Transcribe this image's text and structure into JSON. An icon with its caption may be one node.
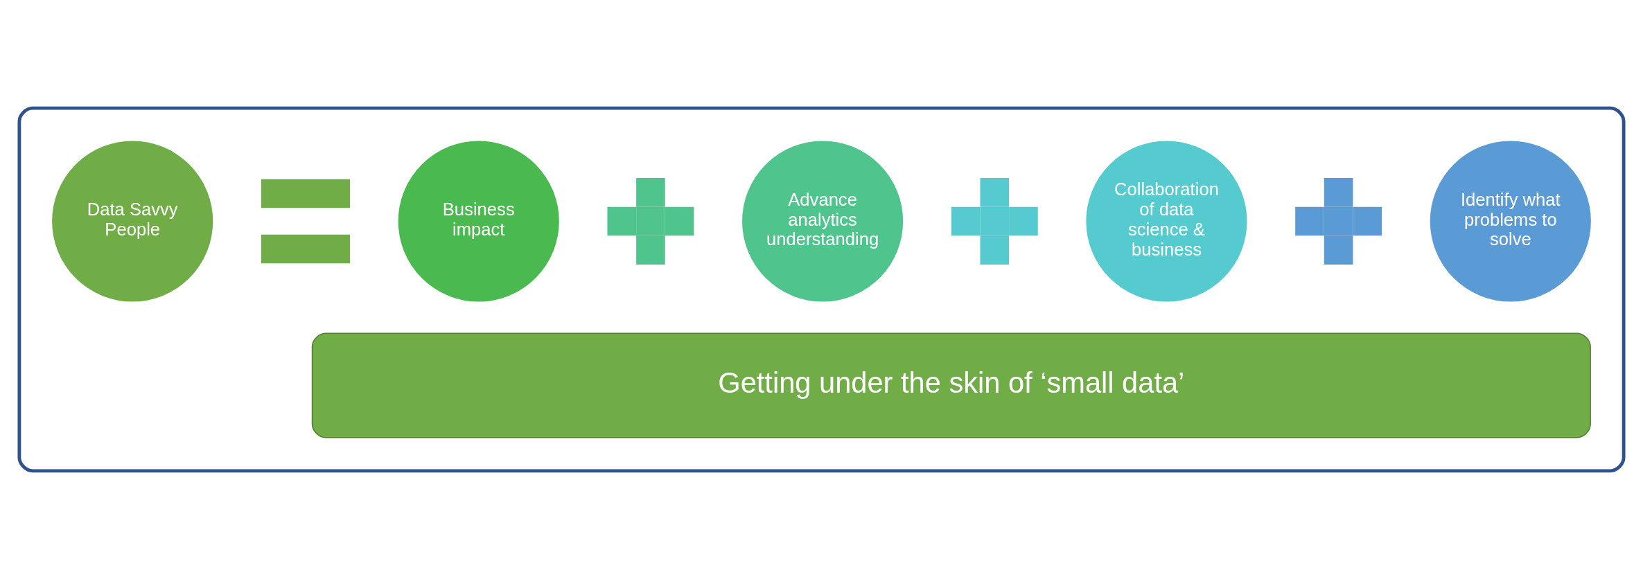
{
  "diagram": {
    "nodes": [
      {
        "text": [],
        "shape": "box"
      },
      {
        "text": [
          "Identify what problems to solve"
        ],
        "in": 0
      },
      {
        "text": [],
        "shape": "plus",
        "in": 0
      },
      {
        "text": [
          "Collaboration of data science & business"
        ],
        "in": 0
      },
      {
        "text": [],
        "shape": "plus",
        "in": 0
      },
      {
        "text": [
          "Advance analytics understanding"
        ],
        "in": 0
      },
      {
        "text": [],
        "shape": "plus",
        "in": 0
      },
      {
        "text": [
          "Business impact"
        ],
        "in": 0
      },
      {
        "text": [],
        "shape": "equals",
        "in": 0
      },
      {
        "text": [
          "Data Savvy People"
        ],
        "in": 0
      },
      {
        "text": [
          "Getting under the skin of ‘small data’"
        ],
        "in": 0
      }
    ],
    "edges": []
  }
}
